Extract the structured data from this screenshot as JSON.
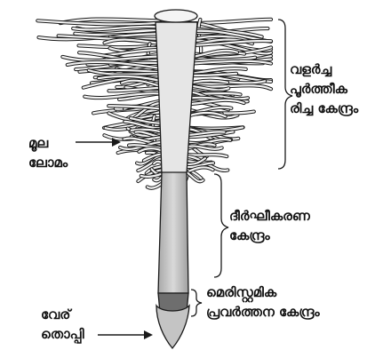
{
  "labels": {
    "maturation_zone": [
      "വളർച്ച",
      "പൂർത്തീക",
      "രിച്ച കേന്ദ്രം"
    ],
    "root_hair": [
      "മൂല",
      "ലോമം"
    ],
    "elongation_zone": [
      "ദീർഘീകരണ",
      "കേന്ദ്രം"
    ],
    "meristematic_zone": [
      "മെരിസ്റ്റമിക",
      "പ്രവർത്തന കേന്ദ്രം"
    ],
    "root_cap": [
      "വേര്",
      "തൊപ്പി"
    ]
  },
  "colors": {
    "outline": "#1a1a1a",
    "root_body_light": "#d8d8d8",
    "root_body_dark": "#9a9a9a",
    "meristem": "#6e6e6e",
    "cap": "#c4c4c4",
    "hair_fill": "#f2f2f2"
  }
}
